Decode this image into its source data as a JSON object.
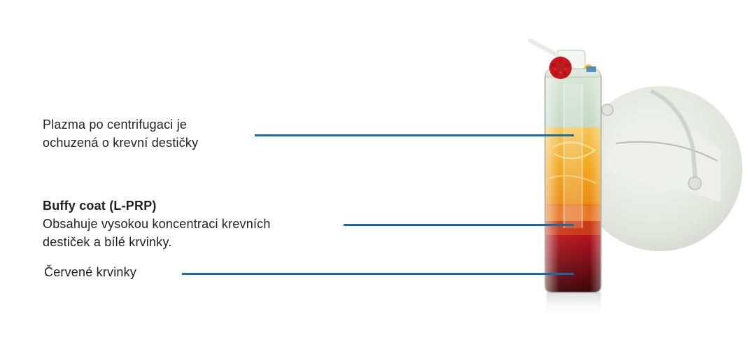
{
  "callouts": [
    {
      "id": "plasma",
      "title": "",
      "lines": [
        "Plazma po centrifugaci je",
        "ochuzená o krevní destičky"
      ]
    },
    {
      "id": "buffy",
      "title": "Buffy coat (L-PRP)",
      "lines": [
        "Obsahuje vysokou koncentraci krevních",
        "destiček a bílé krvinky."
      ]
    },
    {
      "id": "rbc",
      "title": "",
      "lines": [
        "Červené krvinky"
      ]
    }
  ],
  "colors": {
    "leader": "#1a6aa0",
    "plasma": "#f2a81e",
    "buffy": "#e06a10",
    "red_cells": "#7a0d14",
    "cap": "#c8171d",
    "text": "#1f1f1f"
  },
  "icons": [
    "centrifuge-tube-illustration",
    "cap-flower-icon",
    "magnified-detail-circle"
  ]
}
